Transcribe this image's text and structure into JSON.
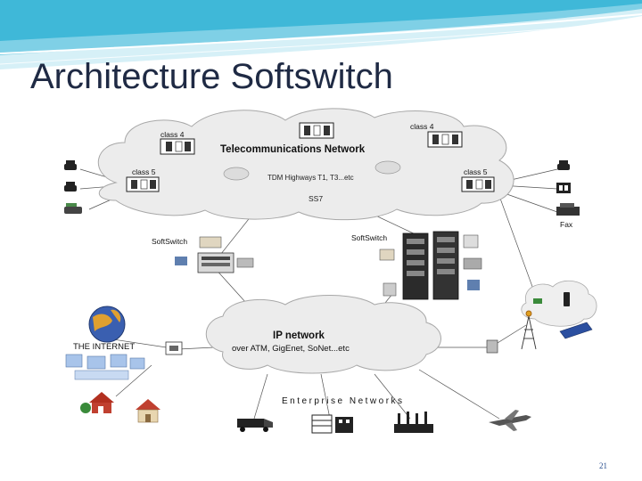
{
  "title": "Architecture Softswitch",
  "page_number": "21",
  "diagram": {
    "telecom_cloud": {
      "label": "Telecommunications  Network",
      "tdm_label": "TDM Highways T1, T3...etc",
      "ss7_label": "SS7"
    },
    "switch_labels": {
      "class4_left": "class 4",
      "class4_right": "class 4",
      "class5_left": "class 5",
      "class5_right": "class 5"
    },
    "softswitch_left": "SoftSwitch",
    "softswitch_right": "SoftSwitch",
    "fax_label": "Fax",
    "internet_label": "THE  INTERNET",
    "ip_cloud": {
      "label": "IP network",
      "sublabel": "over ATM, GigEnet, SoNet...etc"
    },
    "enterprise_label": "Enterprise    Networks"
  },
  "colors": {
    "header_band": "#3fb8d8",
    "header_light": "#bfe8f3",
    "cloud_fill": "#ececec",
    "cloud_stroke": "#a8a8a8",
    "title_color": "#1f2a44"
  },
  "icons": [
    "phone-icon",
    "fax-icon",
    "switch-rack-icon",
    "globe-icon",
    "house-icon",
    "antenna-icon",
    "laptop-icon",
    "server-rack-icon",
    "truck-icon",
    "building-icon",
    "factory-icon",
    "airplane-icon"
  ]
}
